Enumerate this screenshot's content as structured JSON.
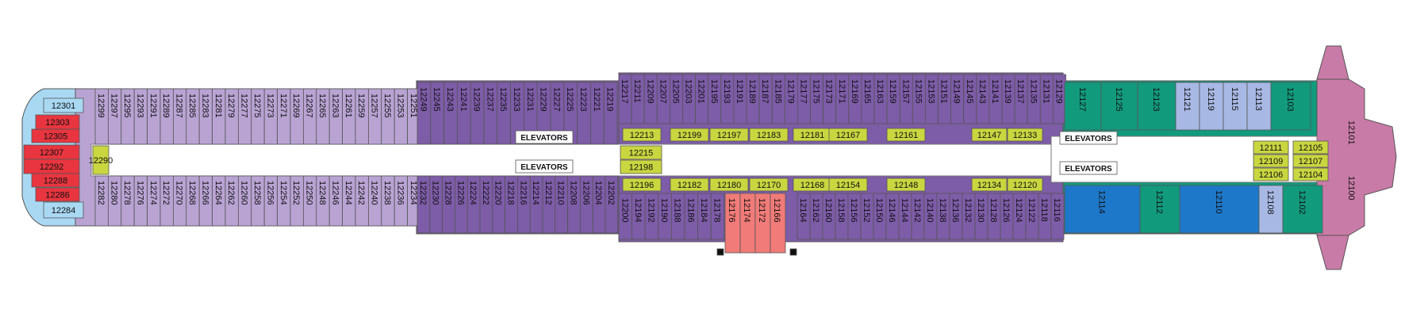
{
  "colors": {
    "lavender": "#b9a3d3",
    "lavender_dark": "#a58cc4",
    "purple": "#7d5ca8",
    "purple_dark": "#6a4b96",
    "violet": "#8a68b4",
    "red": "#e8353f",
    "salmon": "#f07b78",
    "lightblue": "#a9d8f3",
    "periwinkle": "#a7b8e4",
    "teal": "#129a7d",
    "blue": "#1e78c9",
    "pink": "#c97ba7",
    "yellowgreen": "#c9d640",
    "greyblue": "#dcdcea",
    "corridor": "#ffffff",
    "outline": "#555555"
  },
  "elevators": [
    "ELEVATORS",
    "ELEVATORS",
    "ELEVATORS",
    "ELEVATORS"
  ],
  "aft": {
    "top": [
      "12301",
      "12303",
      "12305",
      "12307"
    ],
    "bottom": [
      "12292",
      "12288",
      "12286",
      "12284"
    ]
  },
  "top_row_a": [
    "12299",
    "12297",
    "12295",
    "12293",
    "12291",
    "12289",
    "12287",
    "12285",
    "12283",
    "12281",
    "12279",
    "12277",
    "12275",
    "12273",
    "12271",
    "12269",
    "12267",
    "12265",
    "12263",
    "12261",
    "12259",
    "12257",
    "12255",
    "12253",
    "12251"
  ],
  "bottom_row_a": [
    "12282",
    "12280",
    "12278",
    "12276",
    "12274",
    "12272",
    "12270",
    "12268",
    "12266",
    "12264",
    "12262",
    "12260",
    "12258",
    "12256",
    "12254",
    "12252",
    "12250",
    "12248",
    "12246",
    "12244",
    "12242",
    "12240",
    "12238",
    "12236",
    "12234"
  ],
  "single_aft": "12290",
  "top_row_b": [
    "12249",
    "12245",
    "12243",
    "12241",
    "12239",
    "12237",
    "12235",
    "12233",
    "12231",
    "12229",
    "12227",
    "12225",
    "12223",
    "12221",
    "12219"
  ],
  "bottom_row_b": [
    "12232",
    "12230",
    "12228",
    "12226",
    "12224",
    "12222",
    "12220",
    "12218",
    "12216",
    "12214",
    "12212",
    "12210",
    "12208",
    "12206",
    "12204",
    "12202"
  ],
  "top_row_c": [
    "12217",
    "12211",
    "12209",
    "12207",
    "12205",
    "12203",
    "12201",
    "12195",
    "12193",
    "12191",
    "12189",
    "12187",
    "12185",
    "12179",
    "12177",
    "12175",
    "12173",
    "12171",
    "12169",
    "12165",
    "12163",
    "12159",
    "12157",
    "12155",
    "12153",
    "12151",
    "12149",
    "12145",
    "12143",
    "12141",
    "12139",
    "12137",
    "12135",
    "12131",
    "12129"
  ],
  "bottom_row_c": [
    "12200",
    "12194",
    "12192",
    "12190",
    "12188",
    "12186",
    "12184",
    "12178"
  ],
  "bottom_row_c2": [
    "12164",
    "12162",
    "12160",
    "12158",
    "12156",
    "12152",
    "12150",
    "12146",
    "12144",
    "12142",
    "12140",
    "12138",
    "12136",
    "12132",
    "12130",
    "12128",
    "12126",
    "12124",
    "12122",
    "12118",
    "12116"
  ],
  "salmon_suites": [
    "12176",
    "12174",
    "12172",
    "12166"
  ],
  "inner_top": [
    "12213",
    "12199",
    "12197",
    "12183",
    "12181",
    "12167",
    "12161",
    "12147",
    "12133"
  ],
  "inner_mid": [
    "12215",
    "12198"
  ],
  "inner_bottom": [
    "12196",
    "12182",
    "12180",
    "12170",
    "12168",
    "12154",
    "12148",
    "12134",
    "12120"
  ],
  "fwd_top": [
    "12127",
    "12125",
    "12123",
    "12121",
    "12119",
    "12115",
    "12113",
    "12103"
  ],
  "fwd_bottom": [
    "12114",
    "12112",
    "12110",
    "12108",
    "12102"
  ],
  "fwd_inner": [
    "12111",
    "12105",
    "12109",
    "12107",
    "12106",
    "12104"
  ],
  "bow": [
    "12101",
    "12100"
  ]
}
